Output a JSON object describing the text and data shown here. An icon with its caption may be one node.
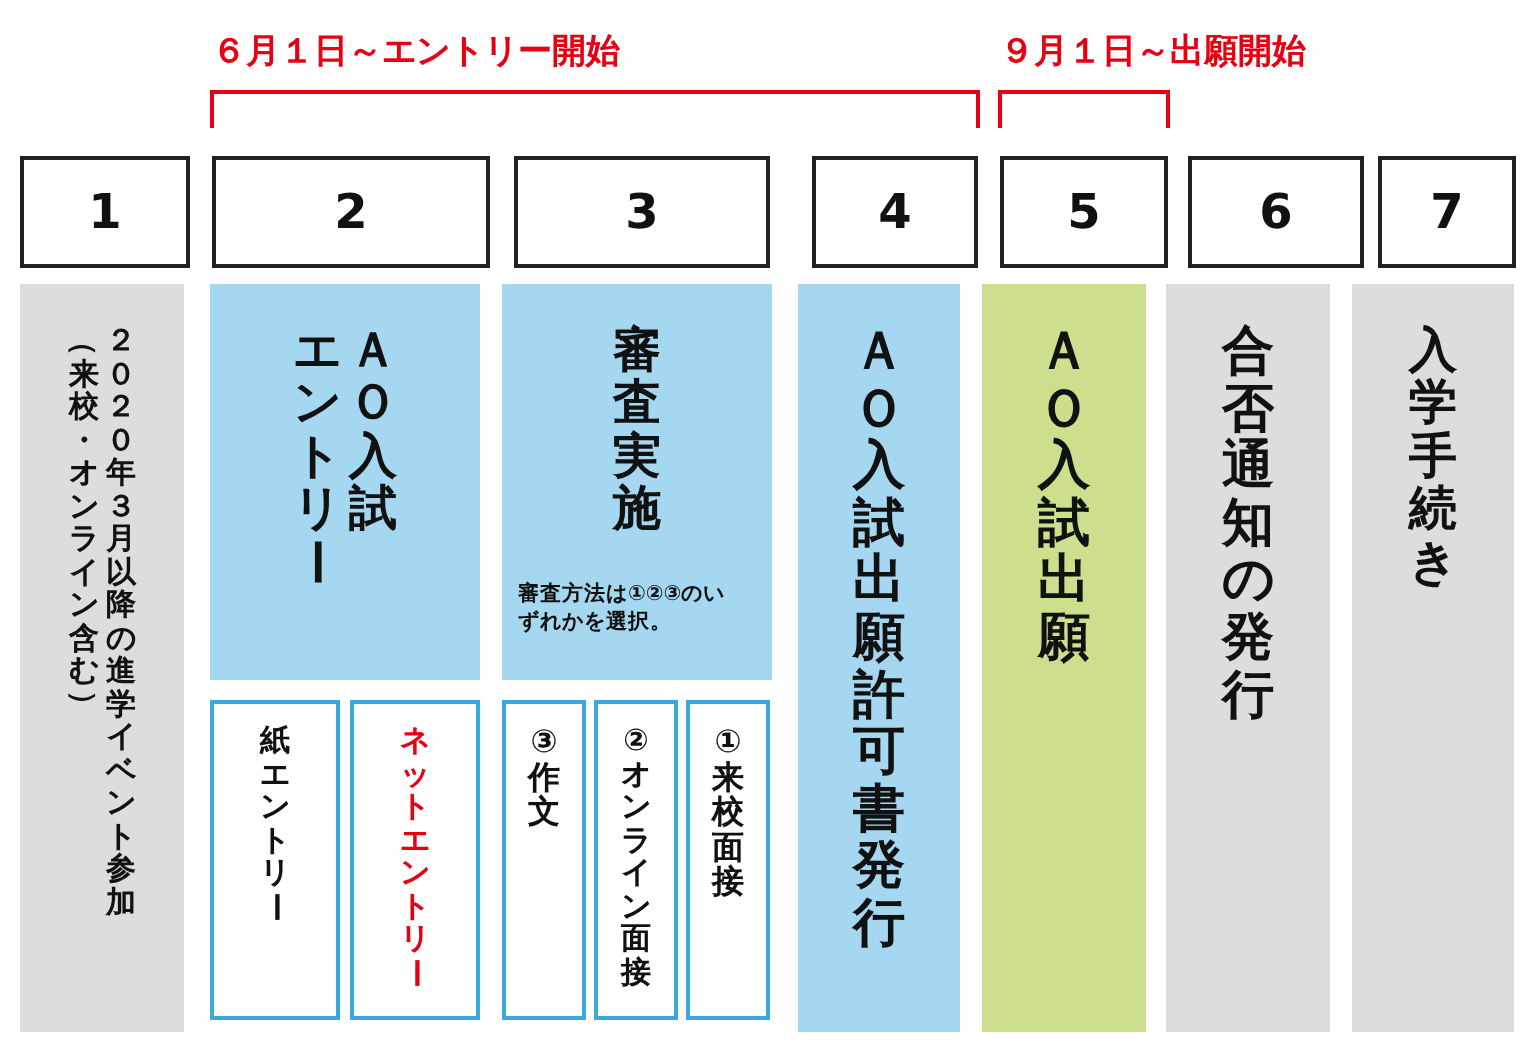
{
  "diagram": {
    "nodes": [
      {
        "text": [
          "1"
        ]
      },
      {
        "text": [
          "2"
        ]
      },
      {
        "text": [
          "3"
        ]
      },
      {
        "text": [
          "4"
        ]
      },
      {
        "text": [
          "5"
        ]
      },
      {
        "text": [
          "6"
        ]
      },
      {
        "text": [
          "7"
        ]
      },
      {
        "text": [
          "２０２０年３月以降の進学イベント参加",
          "（来校・オンライン含む）"
        ]
      },
      {
        "text": [
          "ＡＯ入試",
          "エントリー"
        ]
      },
      {
        "text": [
          "紙エントリー"
        ]
      },
      {
        "text": [
          "ネットエントリー"
        ]
      },
      {
        "text": [
          "審査実施",
          "審査方法は①②③のいずれかを選択。"
        ]
      },
      {
        "text": [
          "③作文"
        ]
      },
      {
        "text": [
          "②オンライン面接"
        ]
      },
      {
        "text": [
          "①来校面接"
        ]
      },
      {
        "text": [
          "ＡＯ入試出願許可書発行"
        ]
      },
      {
        "text": [
          "ＡＯ入試出願"
        ]
      },
      {
        "text": [
          "合否通知の発行"
        ]
      },
      {
        "text": [
          "入学手続き"
        ]
      }
    ],
    "labels": [
      "６月１日～エントリー開始",
      "９月１日～出願開始"
    ]
  }
}
